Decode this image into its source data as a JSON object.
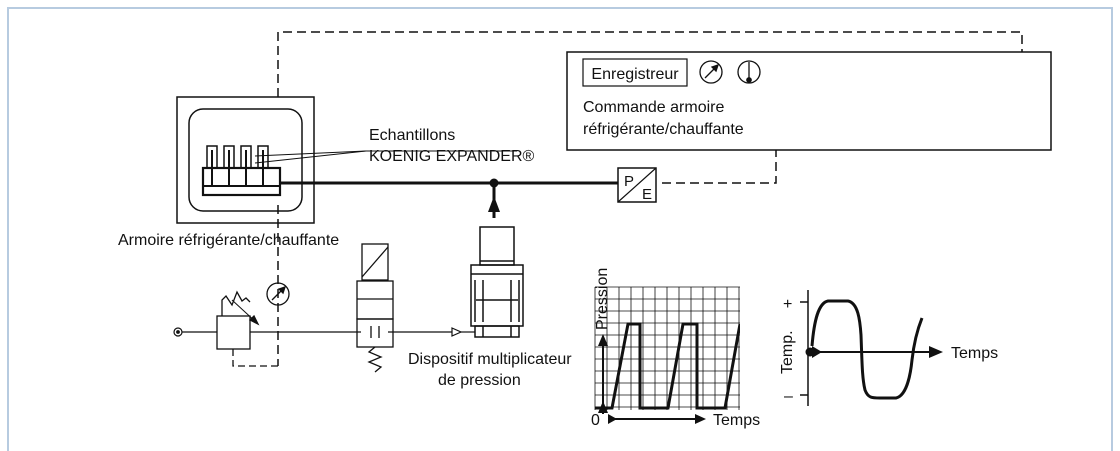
{
  "colors": {
    "border": "#b7cbe0",
    "ink": "#111111",
    "background": "#ffffff"
  },
  "labels": {
    "recorder": "Enregistreur",
    "control_line1": "Commande armoire",
    "control_line2": "réfrigérante/chauffante",
    "samples_line1": "Echantillons",
    "samples_line2": "KOENIG EXPANDER®",
    "cabinet": "Armoire réfrigérante/chauffante",
    "transducer_p": "P",
    "transducer_e": "E",
    "multiplier_line1": "Dispositif multiplicateur",
    "multiplier_line2": "de pression"
  },
  "pressure_chart": {
    "ylabel": "Pression",
    "xlabel": "Temps",
    "origin_label": "0"
  },
  "temp_chart": {
    "ylabel": "Temp.",
    "xlabel": "Temps",
    "plus_label": "+",
    "minus_label": "–"
  },
  "icons": [
    "gauge-icon",
    "thermometer-icon",
    "pressure-gauge-icon",
    "pressure-regulator-icon",
    "solenoid-valve-icon",
    "pressure-transducer-icon"
  ]
}
